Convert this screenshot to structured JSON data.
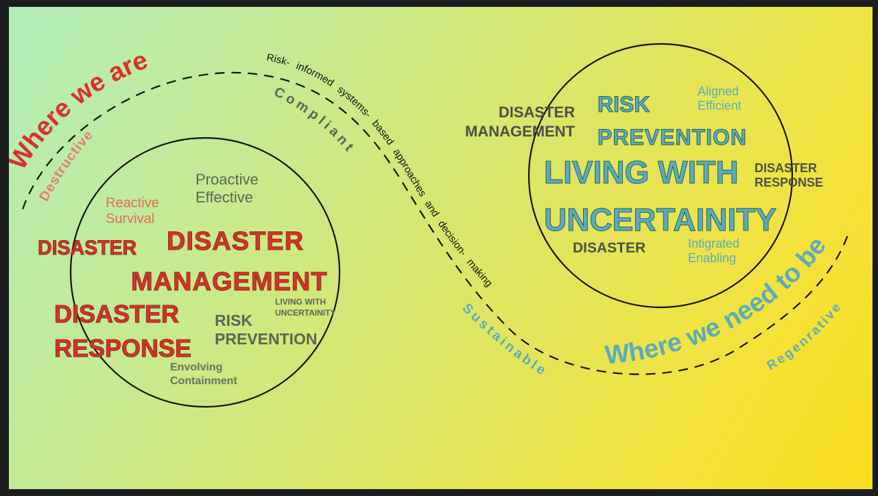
{
  "left": {
    "arc_title": "Where we are",
    "arc_subtitle": "Destructive",
    "circle": {
      "top_left": [
        "Reactive",
        "Survival"
      ],
      "top_right": [
        "Proactive",
        "Effective"
      ],
      "disaster_small": "DISASTER",
      "disaster_large": "DISASTER",
      "management": "MANAGEMENT",
      "response_line1": "DISASTER",
      "response_line2": "RESPONSE",
      "risk_line1": "RISK",
      "risk_line2": "PREVENTION",
      "living_line1": "LIVING WITH",
      "living_line2": "UNCERTAINITY",
      "bottom": [
        "Envolving",
        "Containment"
      ]
    }
  },
  "path": {
    "caption": "Risk- informed systems- based approaches and decision- making",
    "label_top": "Compliant",
    "label_bottom": "Sustainable"
  },
  "right": {
    "arc_title": "Where we need to be",
    "arc_subtitle": "Regenrative",
    "circle": {
      "management_line1": "DISASTER",
      "management_line2": "MANAGEMENT",
      "risk": "RISK",
      "prevention": "PREVENTION",
      "top_right": [
        "Aligned",
        "Efficient"
      ],
      "living": "LIVING WITH",
      "uncertainity": "UNCERTAINITY",
      "response_line1": "DISASTER",
      "response_line2": "RESPONSE",
      "disaster": "DISASTER",
      "bottom_right": [
        "Intigrated",
        "Enabling"
      ]
    }
  },
  "colors": {
    "frame": "#1b1d1f",
    "red": "#d9312b",
    "red_light": "#e26a5e",
    "grey": "#5d6458",
    "teal": "#5aacbd",
    "gradient_start": "#b2eeb9",
    "gradient_end": "#f8db1c"
  }
}
